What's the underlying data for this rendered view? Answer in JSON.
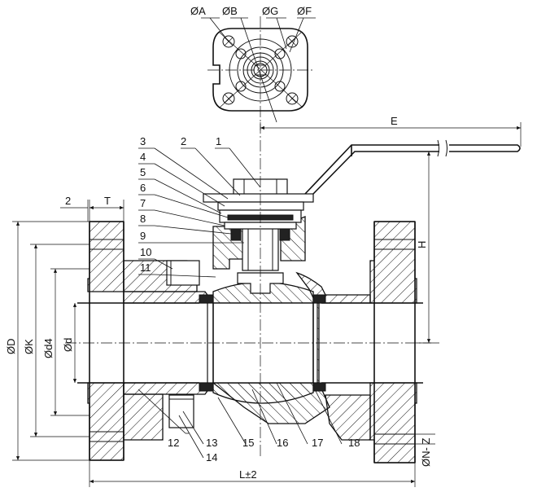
{
  "diagram": {
    "top_view_labels": [
      "ØA",
      "ØB",
      "ØG",
      "ØF"
    ],
    "dimension_labels": {
      "E": "E",
      "H": "H",
      "two": "2",
      "T": "T",
      "D": "ØD",
      "K": "ØK",
      "d4": "Ød4",
      "d": "Ød",
      "N_Z": "ØN- Z",
      "L": "L±2"
    },
    "part_numbers_left": [
      "1",
      "2",
      "3",
      "4",
      "5",
      "6",
      "7",
      "8",
      "9",
      "10",
      "11"
    ],
    "part_numbers_bottom": [
      "12",
      "13",
      "14",
      "15",
      "16",
      "17",
      "18"
    ]
  }
}
